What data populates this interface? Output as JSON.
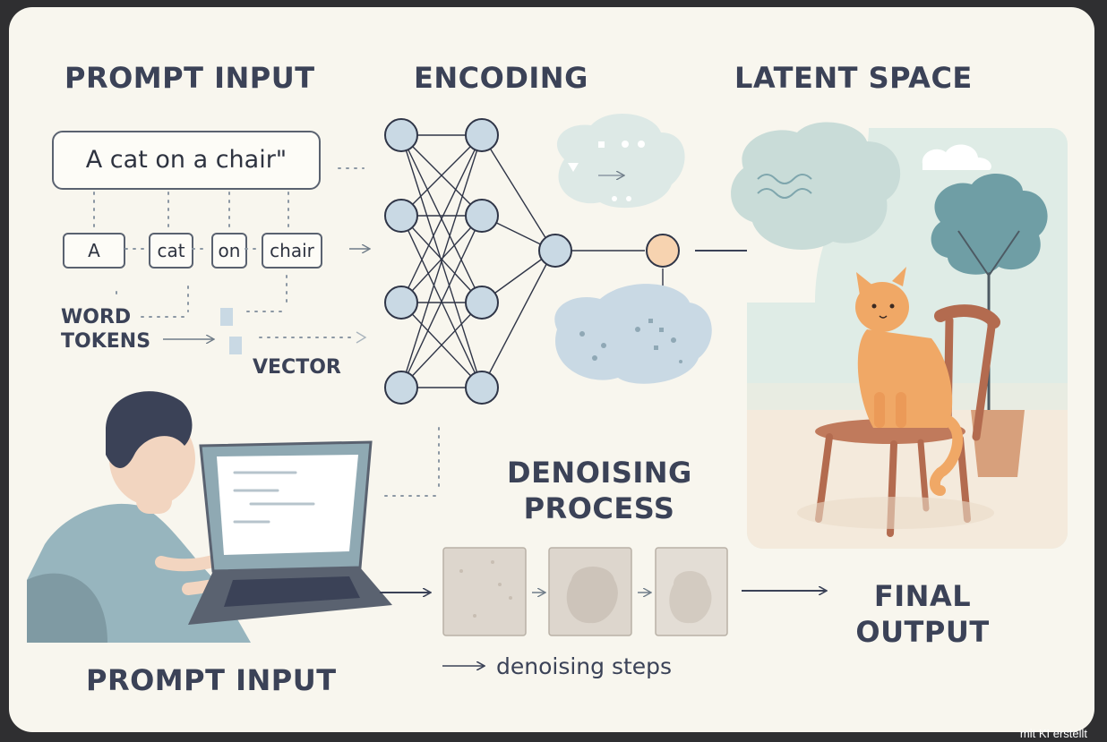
{
  "titles": {
    "prompt_input_top": "PROMPT INPUT",
    "encoding": "ENCODING",
    "latent_space": "LATENT SPACE",
    "denoising_process_line1": "DENOISING",
    "denoising_process_line2": "PROCESS",
    "final_output_line1": "FINAL",
    "final_output_line2": "OUTPUT",
    "prompt_input_bottom": "PROMPT INPUT"
  },
  "prompt_text": "A cat on a chair\"",
  "tokens": [
    "A",
    "cat",
    "on",
    "chair"
  ],
  "labels": {
    "word": "WORD",
    "tokens": "TOKENS",
    "vector": "VECTOR",
    "denoising_steps": "denoising steps"
  },
  "watermark": "mit KI erstellt",
  "colors": {
    "title": "#3b4257",
    "node_fill": "#c9d9e4",
    "node_accent": "#f7d3b0",
    "cloud": "#cfe0e0",
    "cat": "#f0a866",
    "chair": "#b36b4f",
    "tree": "#6f9ea5"
  }
}
